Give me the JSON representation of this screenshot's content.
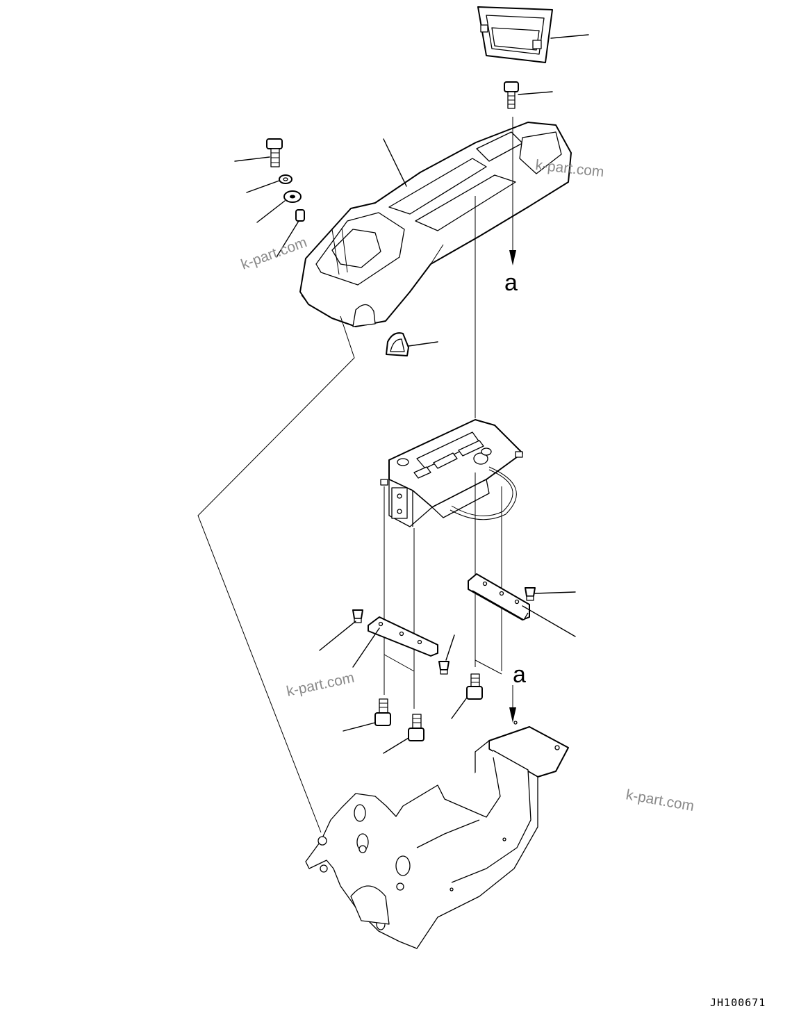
{
  "drawing_code": "JH100671",
  "reference_labels": [
    "a",
    "a"
  ],
  "watermarks": [
    "k-part.com",
    "k-part.com",
    "k-part.com",
    "k-part.com"
  ]
}
